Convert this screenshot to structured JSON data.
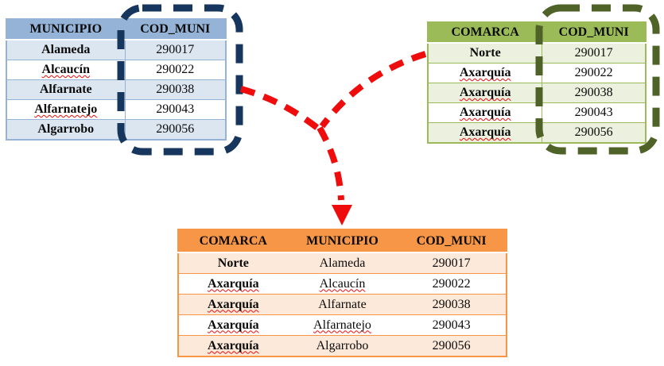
{
  "colors": {
    "blue-header": "#95B3D7",
    "blue-light": "#DCE6F1",
    "blue-border": "#95B3D7",
    "navy": "#17365D",
    "green-header": "#9BBB59",
    "green-light": "#EBF1DE",
    "green-border": "#9BBB59",
    "olive": "#4F6228",
    "orange-header": "#F79646",
    "orange-light": "#FDE9D9",
    "orange-border": "#F79646",
    "red": "#EE0C0C",
    "text": "#0b0b0b"
  },
  "tables": {
    "municipio": {
      "columns": [
        "MUNICIPIO",
        "COD_MUNI"
      ],
      "bold_cols": [
        0
      ],
      "rows": [
        [
          {
            "t": "Alameda"
          },
          {
            "t": "290017"
          }
        ],
        [
          {
            "t": "Alcaucín",
            "sq": true
          },
          {
            "t": "290022"
          }
        ],
        [
          {
            "t": "Alfarnate"
          },
          {
            "t": "290038"
          }
        ],
        [
          {
            "t": "Alfarnatejo",
            "sq": true
          },
          {
            "t": "290043"
          }
        ],
        [
          {
            "t": "Algarrobo"
          },
          {
            "t": "290056"
          }
        ]
      ]
    },
    "comarca": {
      "columns": [
        "COMARCA",
        "COD_MUNI"
      ],
      "bold_cols": [
        0
      ],
      "rows": [
        [
          {
            "t": "Norte"
          },
          {
            "t": "290017"
          }
        ],
        [
          {
            "t": "Axarquía",
            "sq": true
          },
          {
            "t": "290022"
          }
        ],
        [
          {
            "t": "Axarquía",
            "sq": true
          },
          {
            "t": "290038"
          }
        ],
        [
          {
            "t": "Axarquía",
            "sq": true
          },
          {
            "t": "290043"
          }
        ],
        [
          {
            "t": "Axarquía",
            "sq": true
          },
          {
            "t": "290056"
          }
        ]
      ]
    },
    "joined": {
      "columns": [
        "COMARCA",
        "MUNICIPIO",
        "COD_MUNI"
      ],
      "bold_cols": [
        0
      ],
      "rows": [
        [
          {
            "t": "Norte"
          },
          {
            "t": "Alameda"
          },
          {
            "t": "290017"
          }
        ],
        [
          {
            "t": "Axarquía",
            "sq": true
          },
          {
            "t": "Alcaucín",
            "sq": true
          },
          {
            "t": "290022"
          }
        ],
        [
          {
            "t": "Axarquía",
            "sq": true
          },
          {
            "t": "Alfarnate"
          },
          {
            "t": "290038"
          }
        ],
        [
          {
            "t": "Axarquía",
            "sq": true
          },
          {
            "t": "Alfarnatejo",
            "sq": true
          },
          {
            "t": "290043"
          }
        ],
        [
          {
            "t": "Axarquía",
            "sq": true
          },
          {
            "t": "Algarrobo"
          },
          {
            "t": "290056"
          }
        ]
      ]
    }
  }
}
